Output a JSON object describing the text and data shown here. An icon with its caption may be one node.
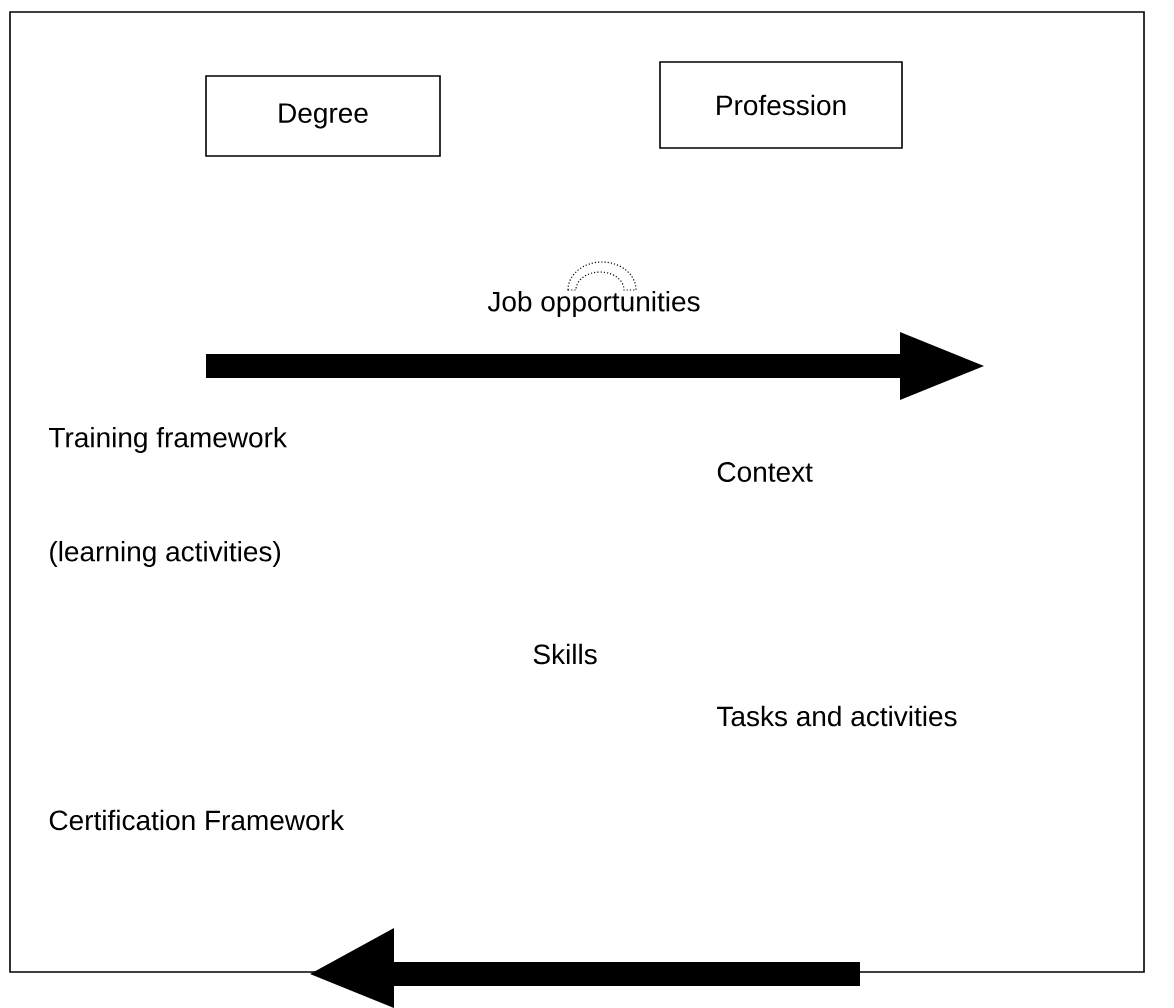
{
  "diagram": {
    "nodes": [
      {
        "text": [
          "Degree"
        ]
      },
      {
        "text": [
          "Profession"
        ]
      }
    ],
    "labels": [
      "Job opportunities",
      "Training framework",
      "Context",
      "(learning activities)",
      "Skills",
      "Tasks and activities",
      "Certification Framework"
    ]
  }
}
